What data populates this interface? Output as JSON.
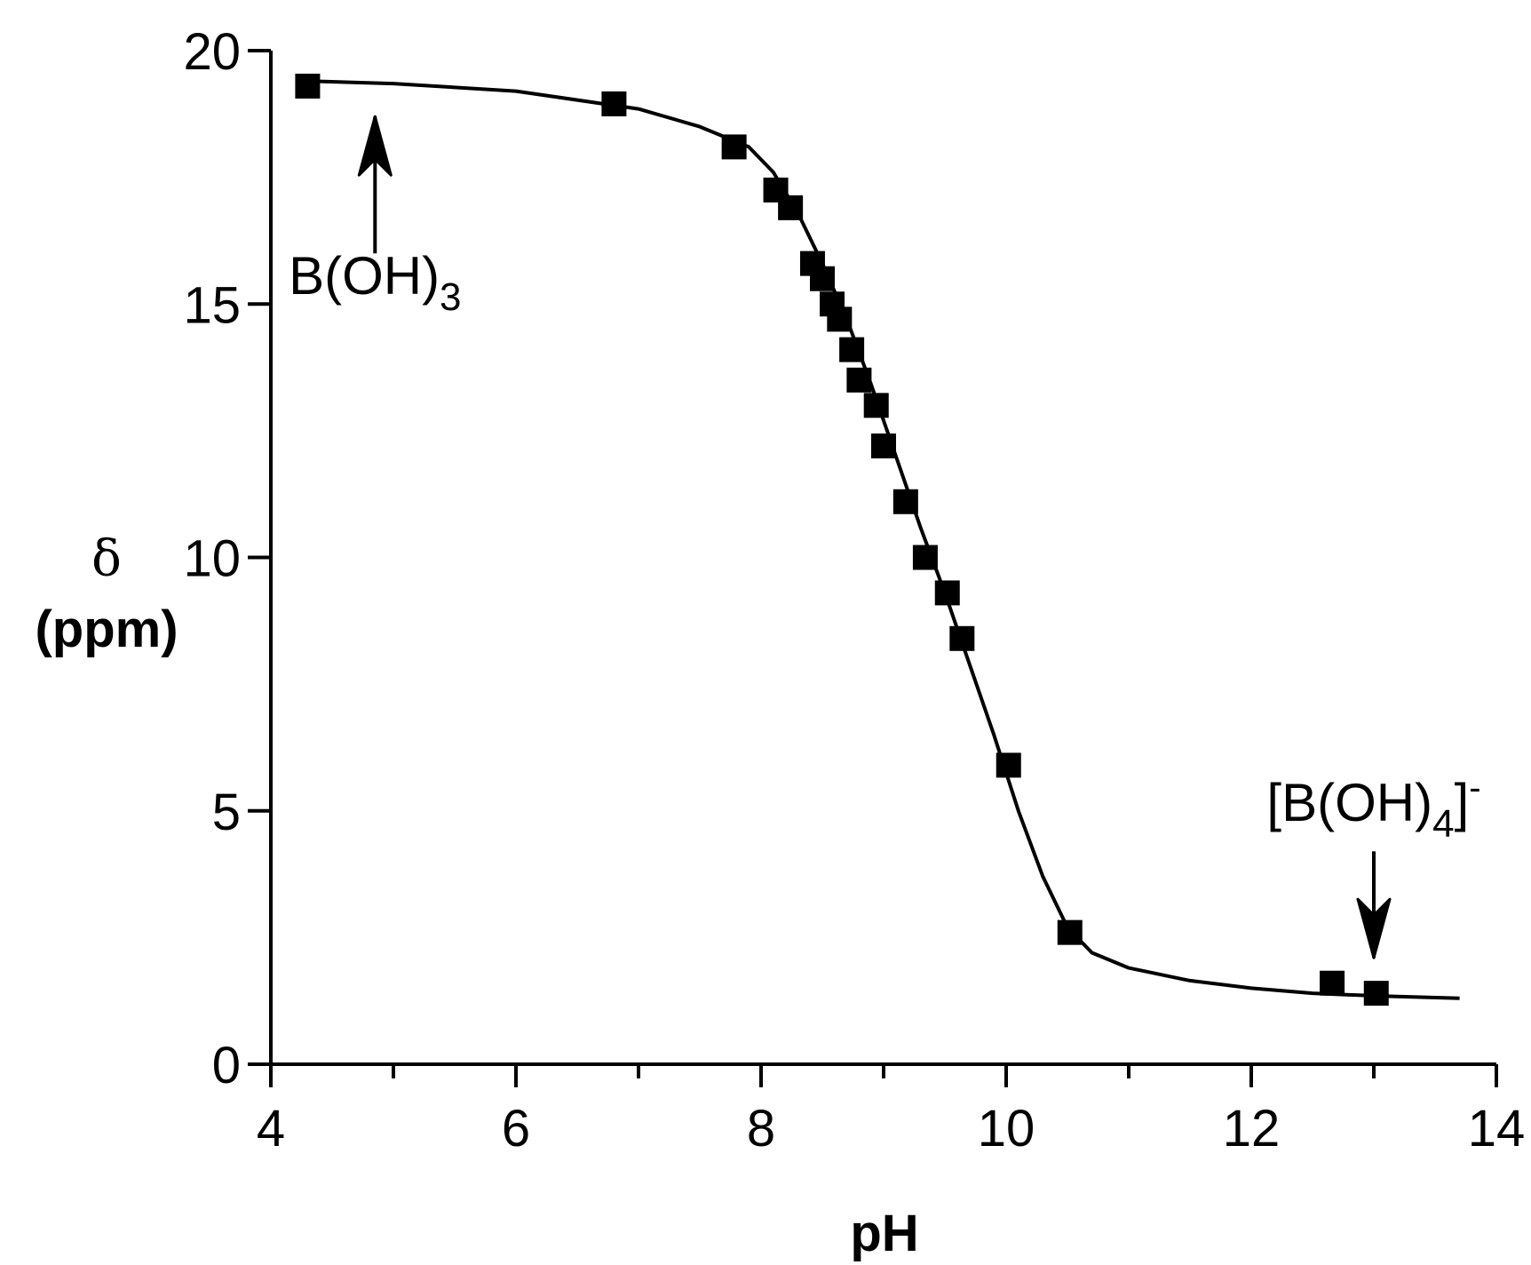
{
  "chart_data": {
    "type": "scatter",
    "title": "",
    "xlabel": "pH",
    "ylabel_symbol": "δ",
    "ylabel_unit": "(ppm)",
    "xlim": [
      4,
      14
    ],
    "ylim": [
      0,
      20
    ],
    "x_ticks": [
      4,
      6,
      8,
      10,
      12,
      14
    ],
    "x_tick_labels": [
      "4",
      "6",
      "8",
      "10",
      "12",
      "14"
    ],
    "x_minor_ticks": [
      5,
      7,
      9,
      11,
      13
    ],
    "y_ticks": [
      0,
      5,
      10,
      15,
      20
    ],
    "y_tick_labels": [
      "0",
      "5",
      "10",
      "15",
      "20"
    ],
    "grid": false,
    "legend": "none",
    "series": [
      {
        "marker": "square",
        "x": [
          4.3,
          6.8,
          7.78,
          8.12,
          8.24,
          8.42,
          8.5,
          8.58,
          8.64,
          8.74,
          8.8,
          8.94,
          9.0,
          9.18,
          9.34,
          9.52,
          9.64,
          10.02,
          10.52,
          12.66,
          13.02
        ],
        "y": [
          19.3,
          18.95,
          18.1,
          17.25,
          16.9,
          15.8,
          15.5,
          15.0,
          14.7,
          14.1,
          13.5,
          13.0,
          12.2,
          11.1,
          10.0,
          9.3,
          8.4,
          5.9,
          2.6,
          1.6,
          1.4
        ]
      },
      {
        "type": "line",
        "x": [
          4.3,
          5.0,
          6.0,
          7.0,
          7.5,
          7.9,
          8.1,
          8.3,
          8.5,
          8.7,
          8.9,
          9.1,
          9.3,
          9.5,
          9.7,
          9.9,
          10.1,
          10.3,
          10.5,
          10.7,
          11.0,
          11.5,
          12.0,
          12.5,
          13.0,
          13.7
        ],
        "y": [
          19.4,
          19.35,
          19.2,
          18.85,
          18.5,
          18.1,
          17.6,
          16.8,
          15.8,
          14.7,
          13.4,
          12.0,
          10.6,
          9.3,
          7.9,
          6.5,
          5.0,
          3.7,
          2.7,
          2.2,
          1.9,
          1.65,
          1.5,
          1.4,
          1.35,
          1.3
        ]
      }
    ],
    "annotations": [
      {
        "text": "B(OH)",
        "subscript": "3",
        "x": 4.85,
        "y": 15.2,
        "arrow_from_y": 16.0,
        "arrow_to_y": 18.7,
        "arrow_direction": "up"
      },
      {
        "text": "[B(OH)",
        "subscript": "4",
        "after": "]",
        "superscript": "-",
        "x": 13.0,
        "y": 4.8,
        "arrow_from_y": 4.2,
        "arrow_to_y": 2.1,
        "arrow_direction": "down"
      }
    ]
  }
}
